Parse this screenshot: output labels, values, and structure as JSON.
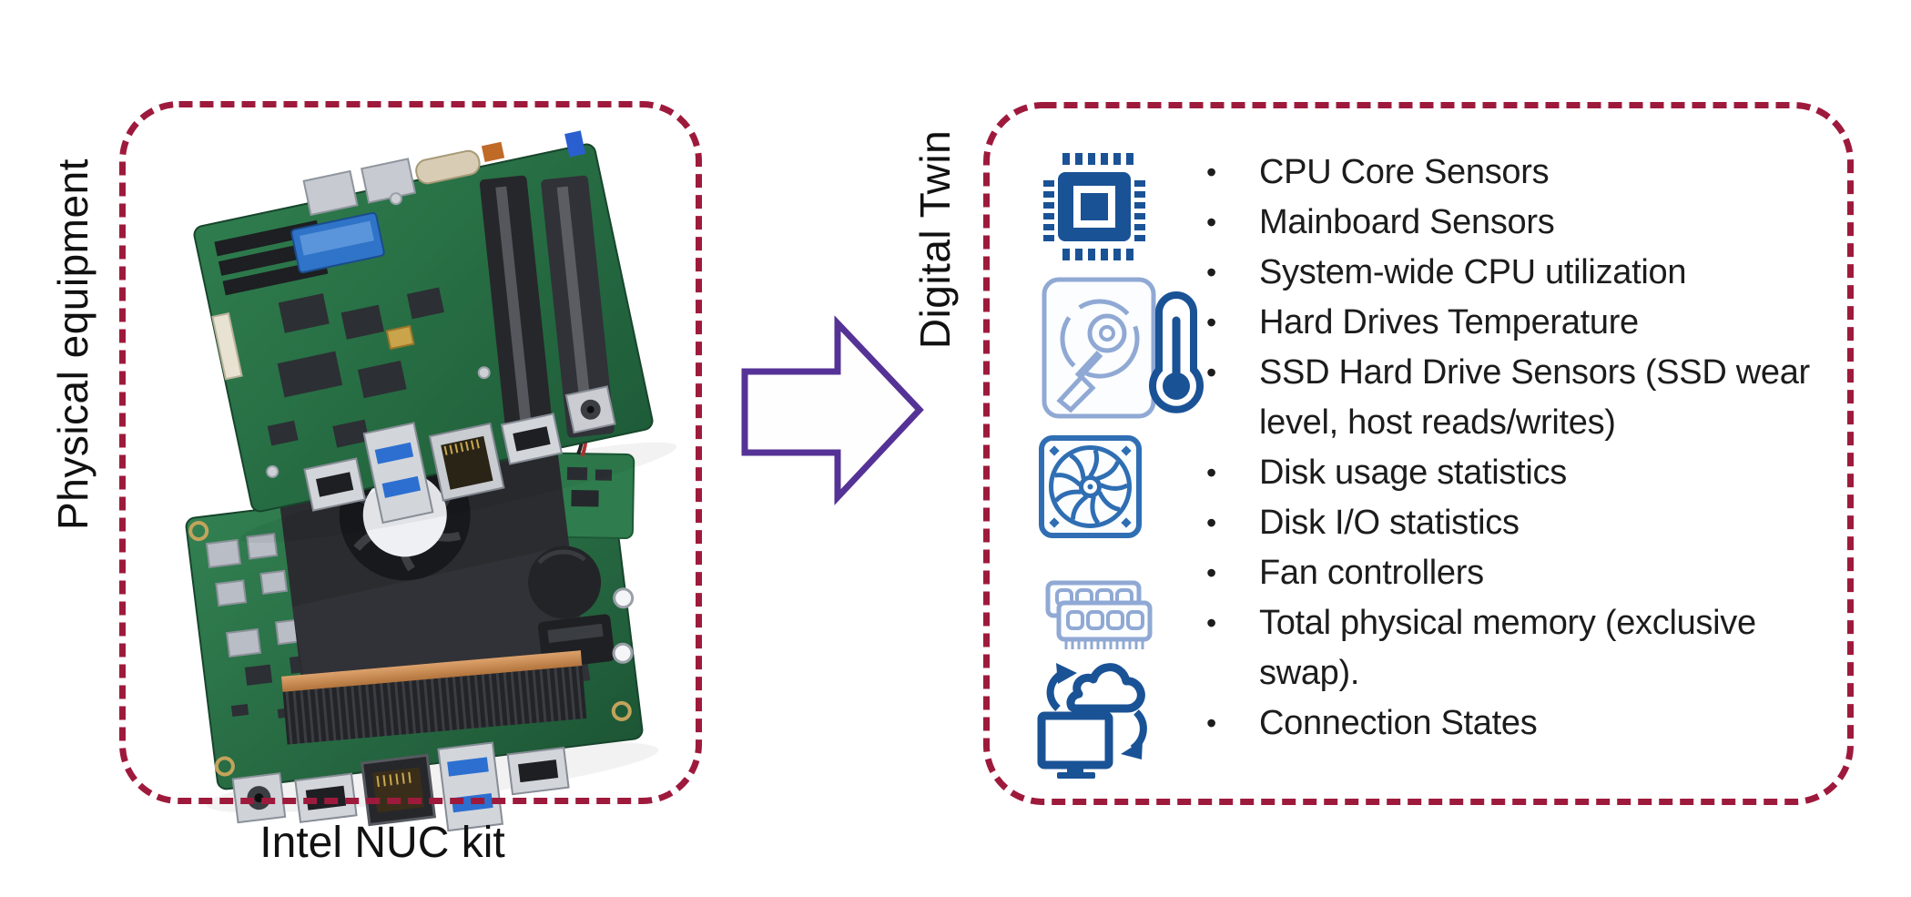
{
  "left_panel": {
    "label": "Physical equipment",
    "caption": "Intel NUC kit",
    "photos": [
      "intel-nuc-motherboard",
      "intel-nuc-board-with-cpu-fan"
    ]
  },
  "arrow": {
    "direction": "right"
  },
  "right_panel": {
    "label": "Digital Twin",
    "icons": [
      "cpu-chip-icon",
      "hard-drive-icon",
      "thermometer-icon",
      "fan-icon",
      "memory-ram-icon",
      "cloud-computer-sync-icon"
    ],
    "items": [
      "CPU Core Sensors",
      "Mainboard Sensors",
      "System-wide CPU utilization",
      "Hard Drives Temperature",
      "SSD Hard Drive Sensors (SSD wear\nlevel, host reads/writes)",
      "Disk usage statistics",
      "Disk I/O statistics",
      "Fan controllers",
      "Total physical memory (exclusive\nswap).",
      "Connection States"
    ]
  },
  "colors": {
    "dashed_border": "#9E1A3C",
    "arrow_outline": "#553296",
    "icon_dark_blue": "#1A5296",
    "icon_medium_blue": "#2F6EB3",
    "icon_light_blue": "#90A9D4",
    "text": "#111111"
  }
}
